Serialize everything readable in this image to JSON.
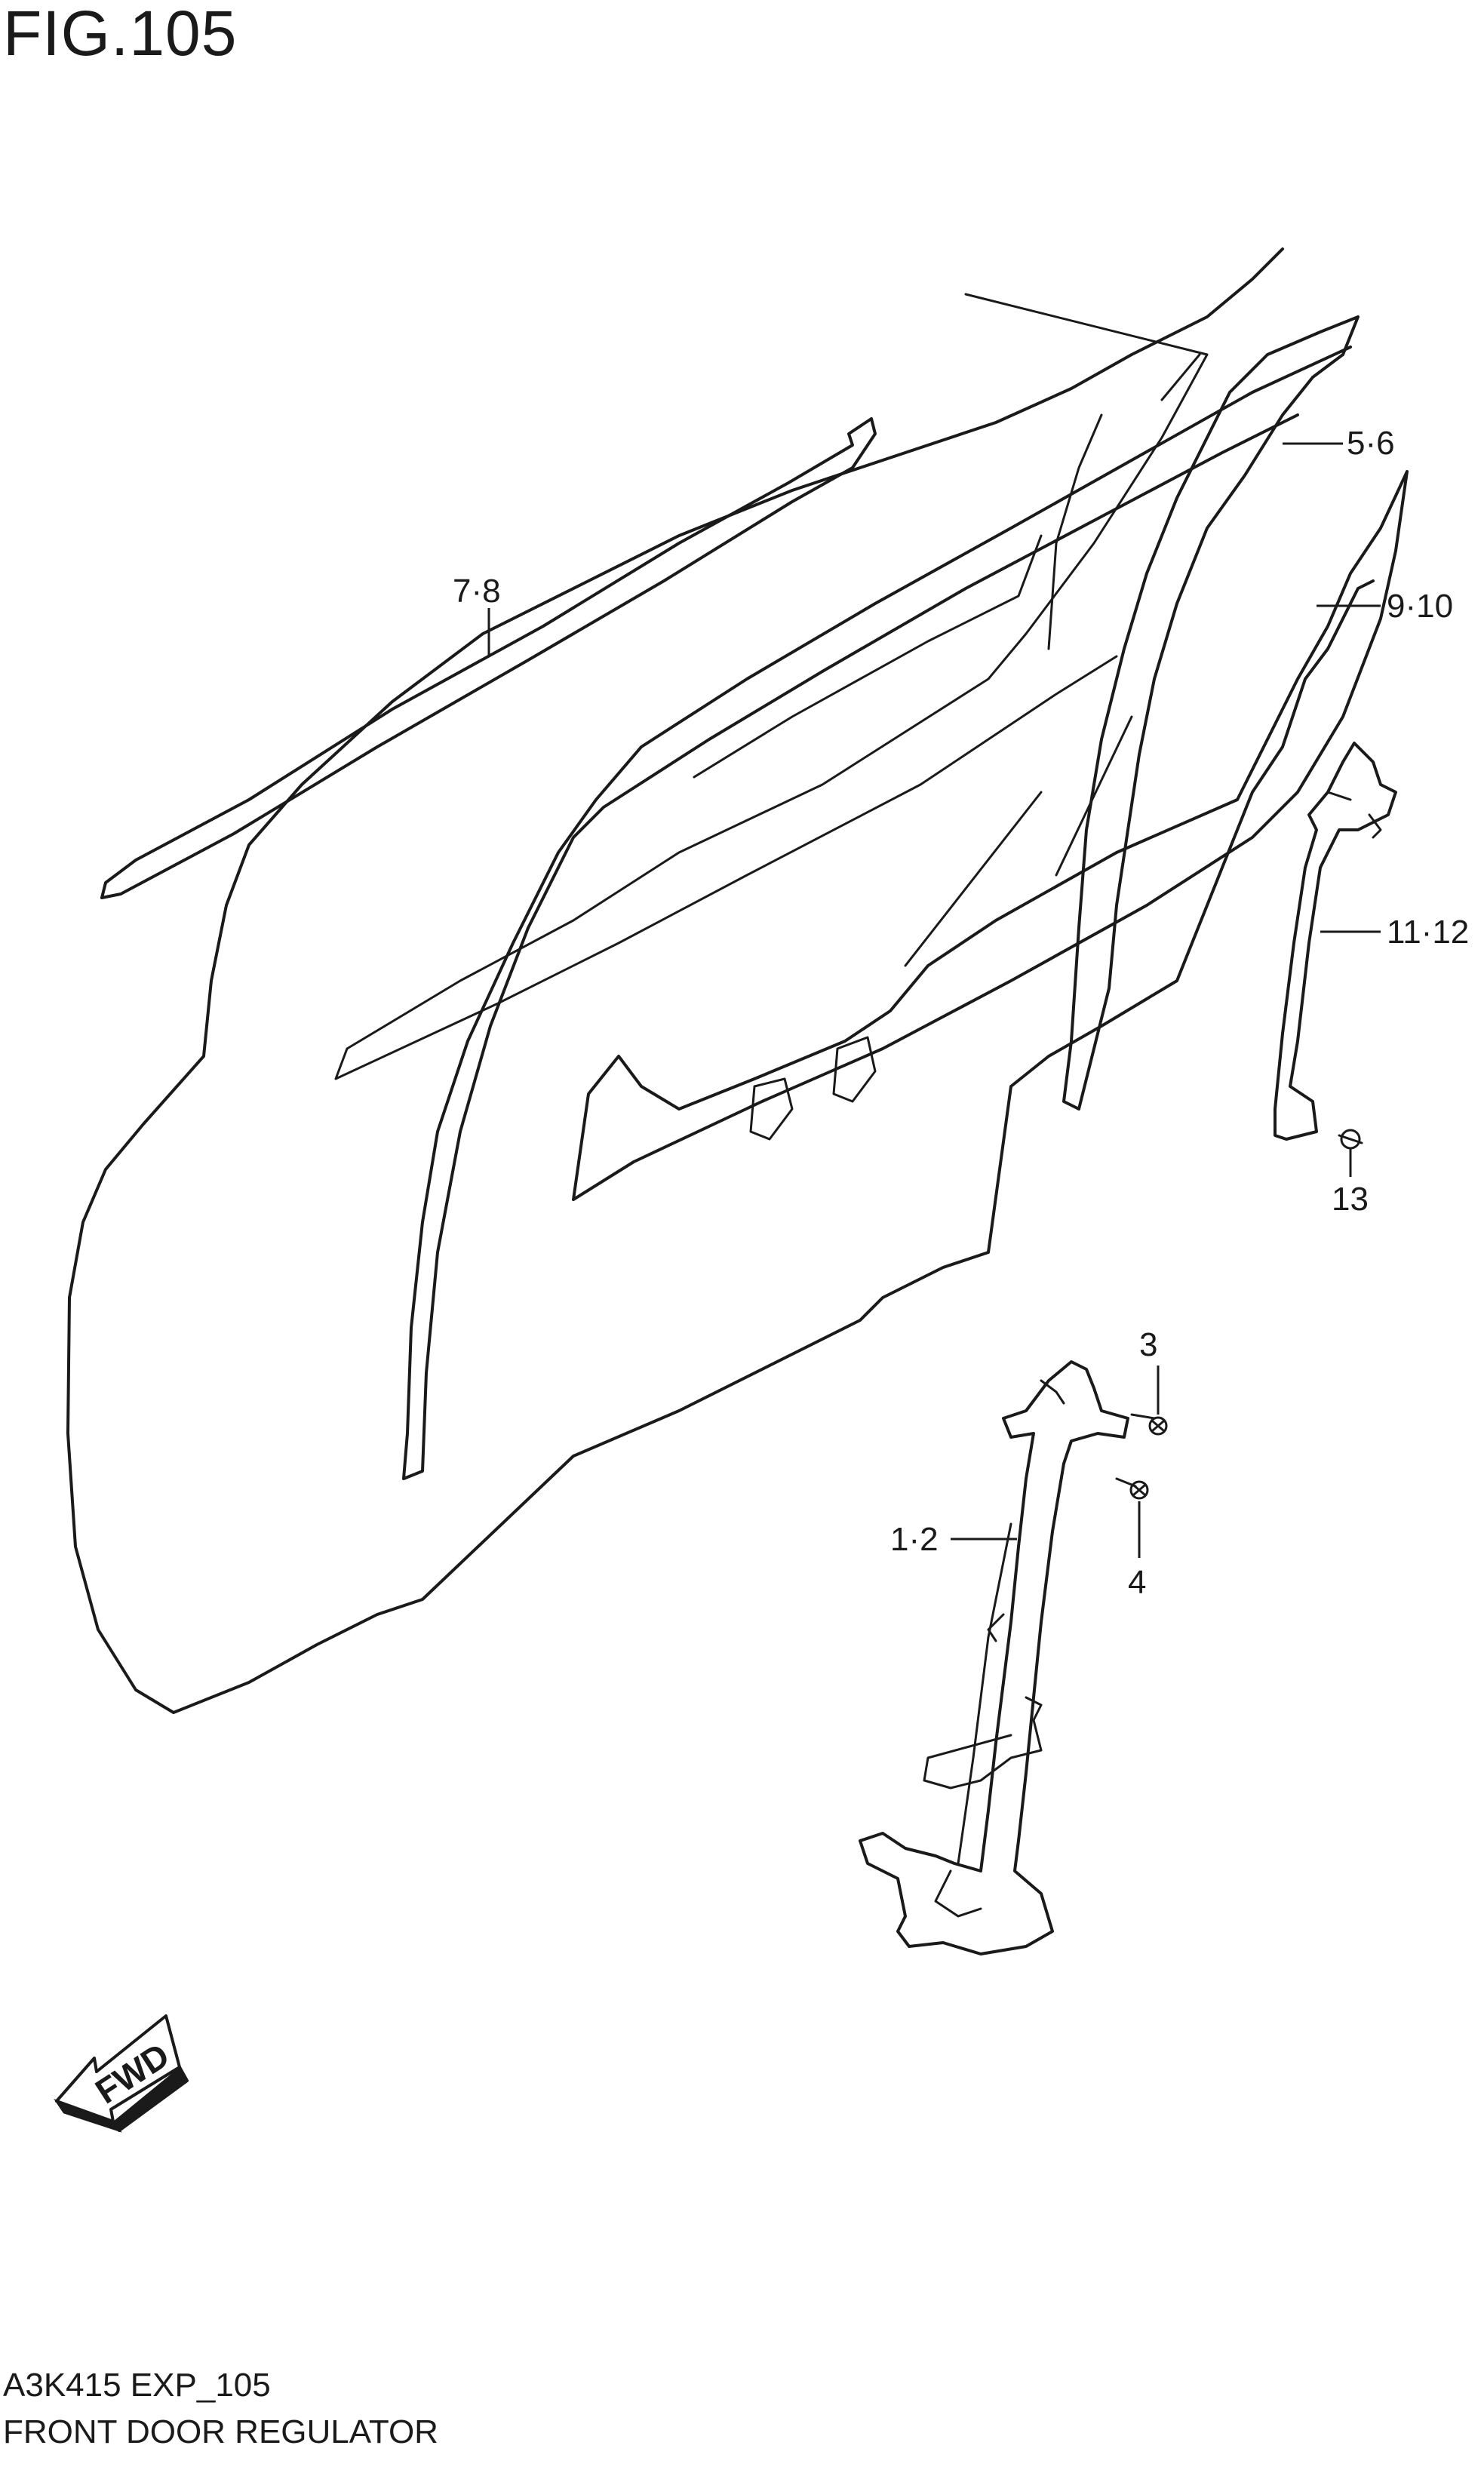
{
  "figure": {
    "title": "FIG.105",
    "code": "A3K415 EXP_105",
    "name": "FRONT DOOR REGULATOR"
  },
  "callouts": {
    "c1": "1·2",
    "c3": "3",
    "c4": "4",
    "c5": "5·6",
    "c7": "7·8",
    "c9": "9·10",
    "c11": "11·12",
    "c13": "13"
  },
  "fwd_arrow": {
    "label": "FWD"
  }
}
